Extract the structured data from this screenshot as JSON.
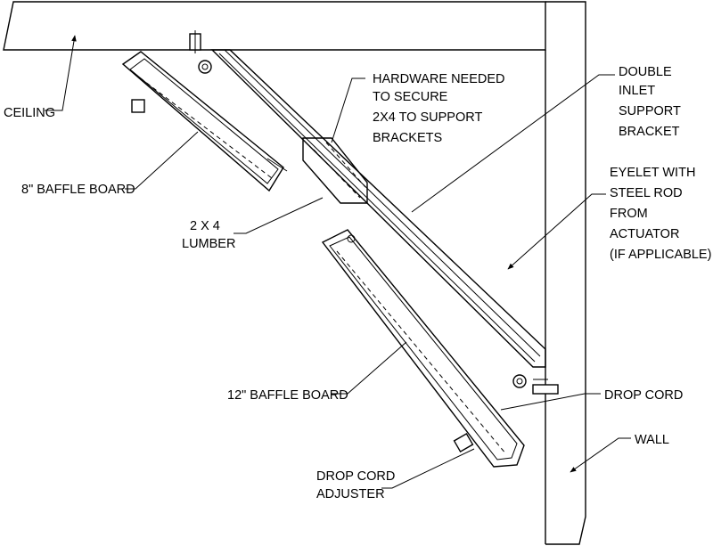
{
  "labels": {
    "ceiling": "CEILING",
    "baffle8": "8\" BAFFLE BOARD",
    "lumber_line1": "2 X 4",
    "lumber_line2": "LUMBER",
    "baffle12": "12\" BAFFLE BOARD",
    "dropcord_adjuster_line1": "DROP CORD",
    "dropcord_adjuster_line2": "ADJUSTER",
    "hardware_line1": "HARDWARE NEEDED",
    "hardware_line2": "TO SECURE",
    "hardware_line3": "2X4 TO SUPPORT",
    "hardware_line4": "BRACKETS",
    "bracket_line1": "DOUBLE",
    "bracket_line2": "INLET",
    "bracket_line3": "SUPPORT",
    "bracket_line4": "BRACKET",
    "eyelet_line1": "EYELET WITH",
    "eyelet_line2": "STEEL ROD",
    "eyelet_line3": "FROM",
    "eyelet_line4": "ACTUATOR",
    "eyelet_line5": "(IF APPLICABLE)",
    "dropcord": "DROP CORD",
    "wall": "WALL"
  }
}
